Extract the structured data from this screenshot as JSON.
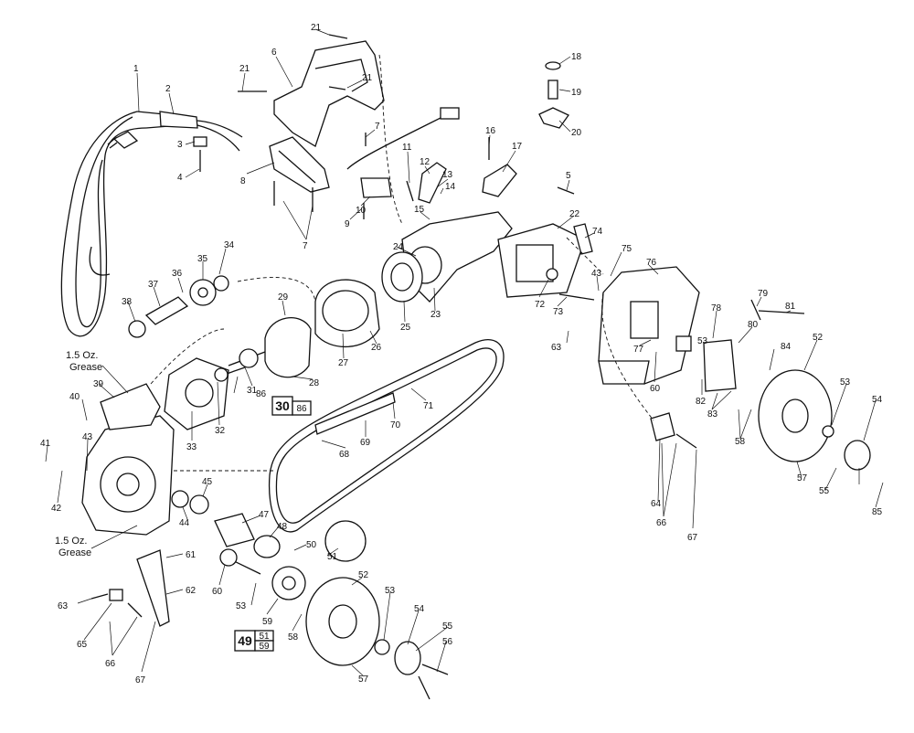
{
  "callouts": [
    {
      "text": "1"
    },
    {
      "text": "2"
    },
    {
      "text": "3"
    },
    {
      "text": "4"
    },
    {
      "text": "5"
    },
    {
      "text": "6"
    },
    {
      "text": "7"
    },
    {
      "text": "7"
    },
    {
      "text": "8"
    },
    {
      "text": "9"
    },
    {
      "text": "10"
    },
    {
      "text": "11"
    },
    {
      "text": "12"
    },
    {
      "text": "13"
    },
    {
      "text": "14"
    },
    {
      "text": "15"
    },
    {
      "text": "16"
    },
    {
      "text": "17"
    },
    {
      "text": "18"
    },
    {
      "text": "19"
    },
    {
      "text": "20"
    },
    {
      "text": "21"
    },
    {
      "text": "21"
    },
    {
      "text": "21"
    },
    {
      "text": "22"
    },
    {
      "text": "23"
    },
    {
      "text": "24"
    },
    {
      "text": "25"
    },
    {
      "text": "26"
    },
    {
      "text": "27"
    },
    {
      "text": "28"
    },
    {
      "text": "29"
    },
    {
      "text": "31"
    },
    {
      "text": "32"
    },
    {
      "text": "33"
    },
    {
      "text": "34"
    },
    {
      "text": "35"
    },
    {
      "text": "36"
    },
    {
      "text": "37"
    },
    {
      "text": "38"
    },
    {
      "text": "39"
    },
    {
      "text": "40"
    },
    {
      "text": "41"
    },
    {
      "text": "42"
    },
    {
      "text": "43"
    },
    {
      "text": "43"
    },
    {
      "text": "44"
    },
    {
      "text": "45"
    },
    {
      "text": "47"
    },
    {
      "text": "48"
    },
    {
      "text": "50"
    },
    {
      "text": "51"
    },
    {
      "text": "52"
    },
    {
      "text": "52"
    },
    {
      "text": "53"
    },
    {
      "text": "53"
    },
    {
      "text": "53"
    },
    {
      "text": "53"
    },
    {
      "text": "54"
    },
    {
      "text": "54"
    },
    {
      "text": "55"
    },
    {
      "text": "55"
    },
    {
      "text": "56"
    },
    {
      "text": "57"
    },
    {
      "text": "57"
    },
    {
      "text": "58"
    },
    {
      "text": "58"
    },
    {
      "text": "59"
    },
    {
      "text": "60"
    },
    {
      "text": "60"
    },
    {
      "text": "61"
    },
    {
      "text": "62"
    },
    {
      "text": "63"
    },
    {
      "text": "63"
    },
    {
      "text": "64"
    },
    {
      "text": "65"
    },
    {
      "text": "66"
    },
    {
      "text": "66"
    },
    {
      "text": "67"
    },
    {
      "text": "67"
    },
    {
      "text": "68"
    },
    {
      "text": "69"
    },
    {
      "text": "70"
    },
    {
      "text": "71"
    },
    {
      "text": "72"
    },
    {
      "text": "73"
    },
    {
      "text": "74"
    },
    {
      "text": "75"
    },
    {
      "text": "76"
    },
    {
      "text": "77"
    },
    {
      "text": "78"
    },
    {
      "text": "79"
    },
    {
      "text": "80"
    },
    {
      "text": "81"
    },
    {
      "text": "82"
    },
    {
      "text": "83"
    },
    {
      "text": "84"
    },
    {
      "text": "85"
    },
    {
      "text": "86"
    }
  ],
  "grease_notes": [
    {
      "line1": "1.5 Oz.",
      "line2": "Grease"
    },
    {
      "line1": "1.5 Oz.",
      "line2": "Grease"
    }
  ],
  "kit_boxes": [
    {
      "main": "30",
      "sub": "86"
    },
    {
      "main": "49",
      "sub1": "51",
      "sub2": "59"
    }
  ]
}
